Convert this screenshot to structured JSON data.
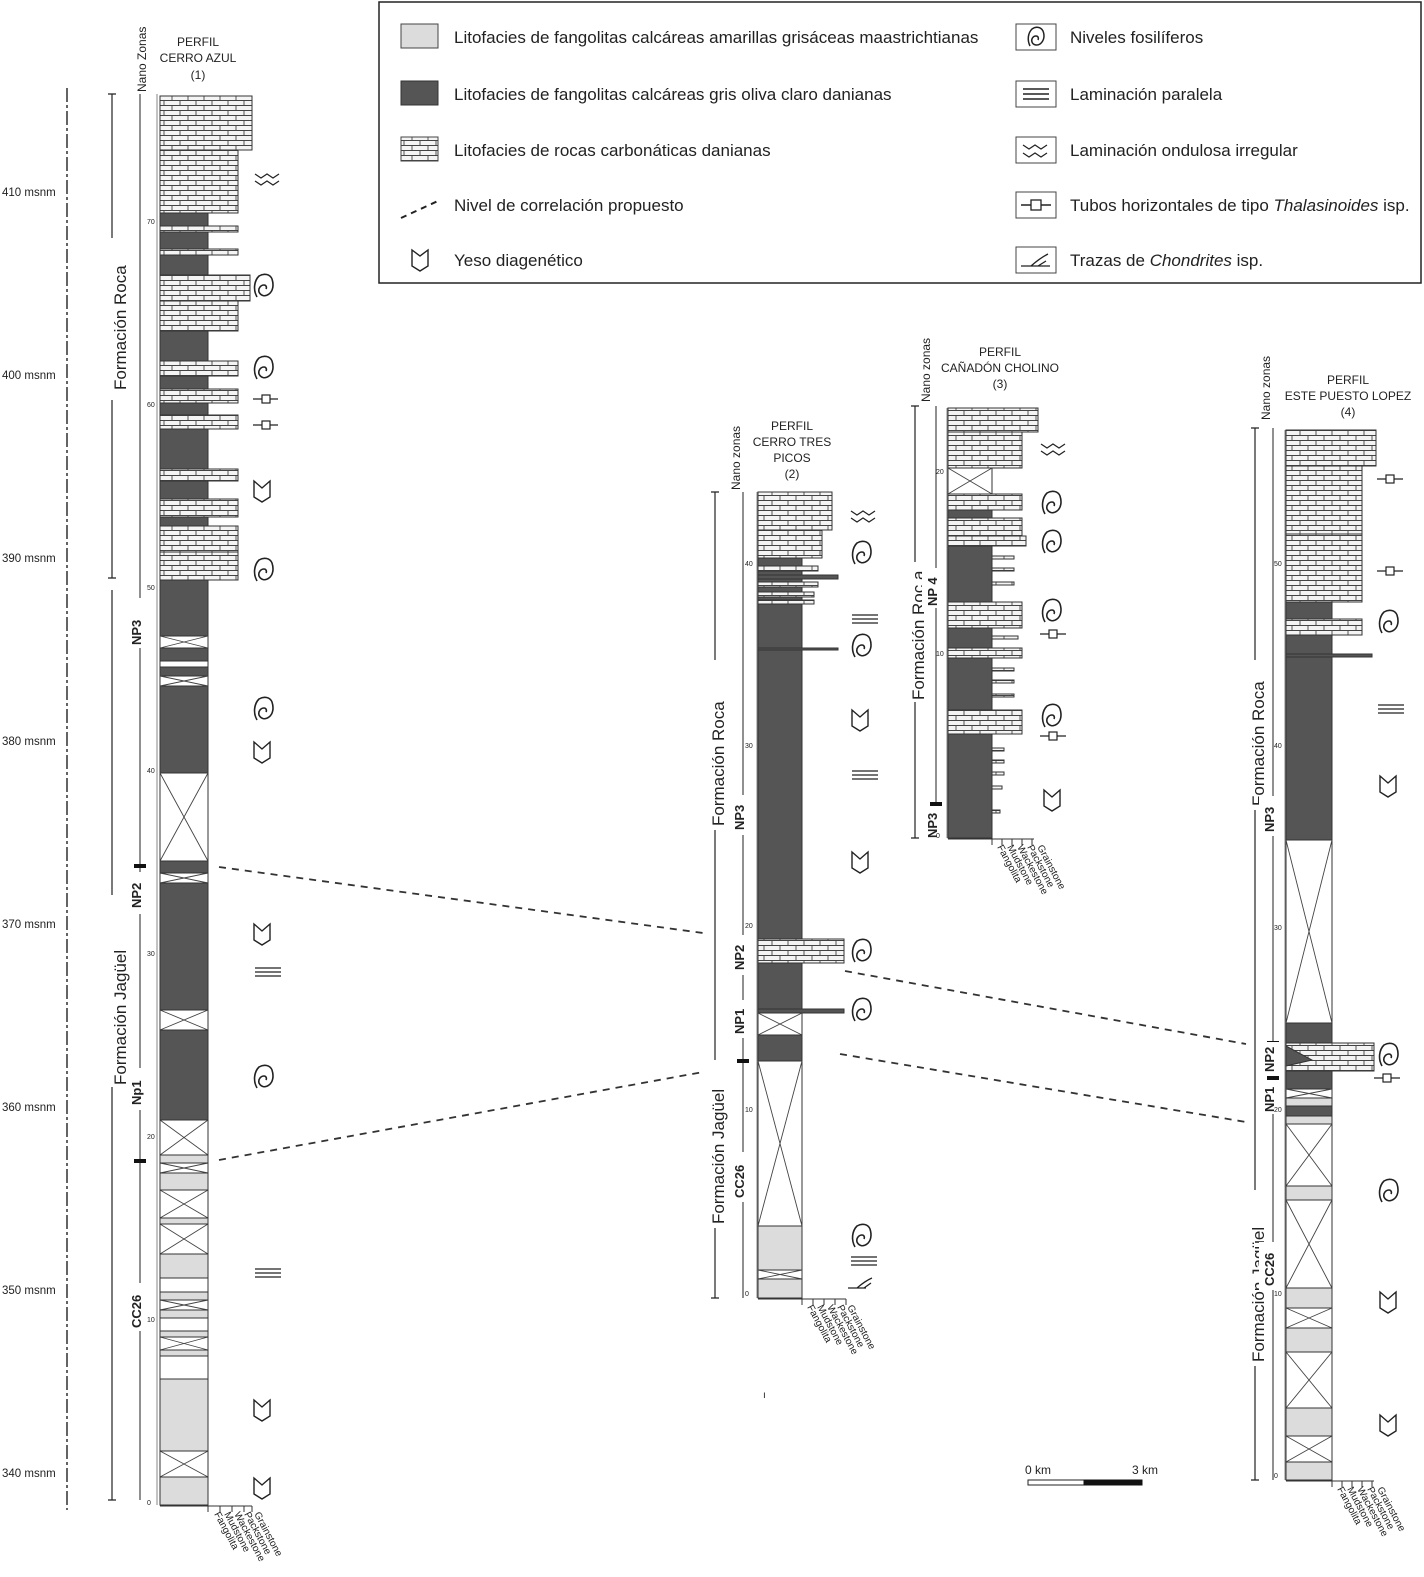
{
  "colors": {
    "dark": "#555555",
    "light": "#dcdcdc",
    "carbonate": "#f4f4f4",
    "line": "#222222"
  },
  "legend": {
    "items_left": [
      {
        "kind": "light",
        "label": "Litofacies de fangolitas calcáreas amarillas grisáceas maastrichtianas"
      },
      {
        "kind": "dark",
        "label": "Litofacies de fangolitas calcáreas gris oliva claro danianas"
      },
      {
        "kind": "brick",
        "label": "Litofacies de rocas carbonáticas danianas"
      },
      {
        "kind": "dashed",
        "label": "Nivel de correlación propuesto"
      },
      {
        "kind": "gypsum",
        "label": "Yeso diagenético"
      }
    ],
    "items_right": [
      {
        "kind": "fossil",
        "label": "Niveles fosilíferos"
      },
      {
        "kind": "parallel",
        "label": "Laminación paralela"
      },
      {
        "kind": "wavy",
        "label": "Laminación ondulosa irregular"
      },
      {
        "kind": "tube",
        "label_pre": "Tubos horizontales de tipo ",
        "label_italic": "Thalasinoides",
        "label_post": " isp."
      },
      {
        "kind": "chondrites",
        "label_pre": "Trazas de ",
        "label_italic": "Chondrites",
        "label_post": " isp."
      }
    ]
  },
  "grain_labels": [
    "Grainstone",
    "Packstone",
    "Wackestone",
    "Mudstone",
    "Fangolita"
  ],
  "nano_header": {
    "p1": "Nano Zonas",
    "p2": "Nano zonas",
    "p3": "Nano zonas",
    "p4": "Nano zonas"
  },
  "profiles": {
    "p1": {
      "title": [
        "PERFIL",
        "CERRO AZUL",
        "(1)"
      ],
      "elevations": [
        "410 msnm",
        "400 msnm",
        "390 msnm",
        "380 msnm",
        "370 msnm",
        "360 msnm",
        "350 msnm",
        "340 msnm"
      ],
      "formations": [
        "Formación Roca",
        "Formación Jagüel"
      ],
      "zones": [
        "NP3",
        "NP2",
        "Np1",
        "CC26"
      ],
      "ticks": [
        "70",
        "60",
        "50",
        "40",
        "30",
        "20",
        "10",
        "0"
      ]
    },
    "p2": {
      "title": [
        "PERFIL",
        "CERRO TRES",
        "PICOS",
        "(2)"
      ],
      "formations": [
        "Formación Roca",
        "Formación Jagüel"
      ],
      "zones": [
        "NP3",
        "NP2",
        "NP1",
        "CC26"
      ],
      "ticks": [
        "40",
        "30",
        "20",
        "10",
        "0"
      ]
    },
    "p3": {
      "title": [
        "PERFIL",
        "CAÑADÓN CHOLINO",
        "(3)"
      ],
      "formations": [
        "Formación Roc a"
      ],
      "zones": [
        "NP 4",
        "NP3"
      ],
      "ticks": [
        "20",
        "10",
        "0"
      ]
    },
    "p4": {
      "title": [
        "PERFIL",
        "ESTE PUESTO LOPEZ",
        "(4)"
      ],
      "formations": [
        "Formación Roca",
        "Formación Jagüel"
      ],
      "zones": [
        "NP3",
        "NP2",
        "NP1",
        "CC26"
      ],
      "ticks": [
        "50",
        "40",
        "30",
        "20",
        "10",
        "0"
      ]
    }
  },
  "scale_bar": {
    "left": "0 km",
    "right": "3 km"
  },
  "stray_mark": "ı"
}
